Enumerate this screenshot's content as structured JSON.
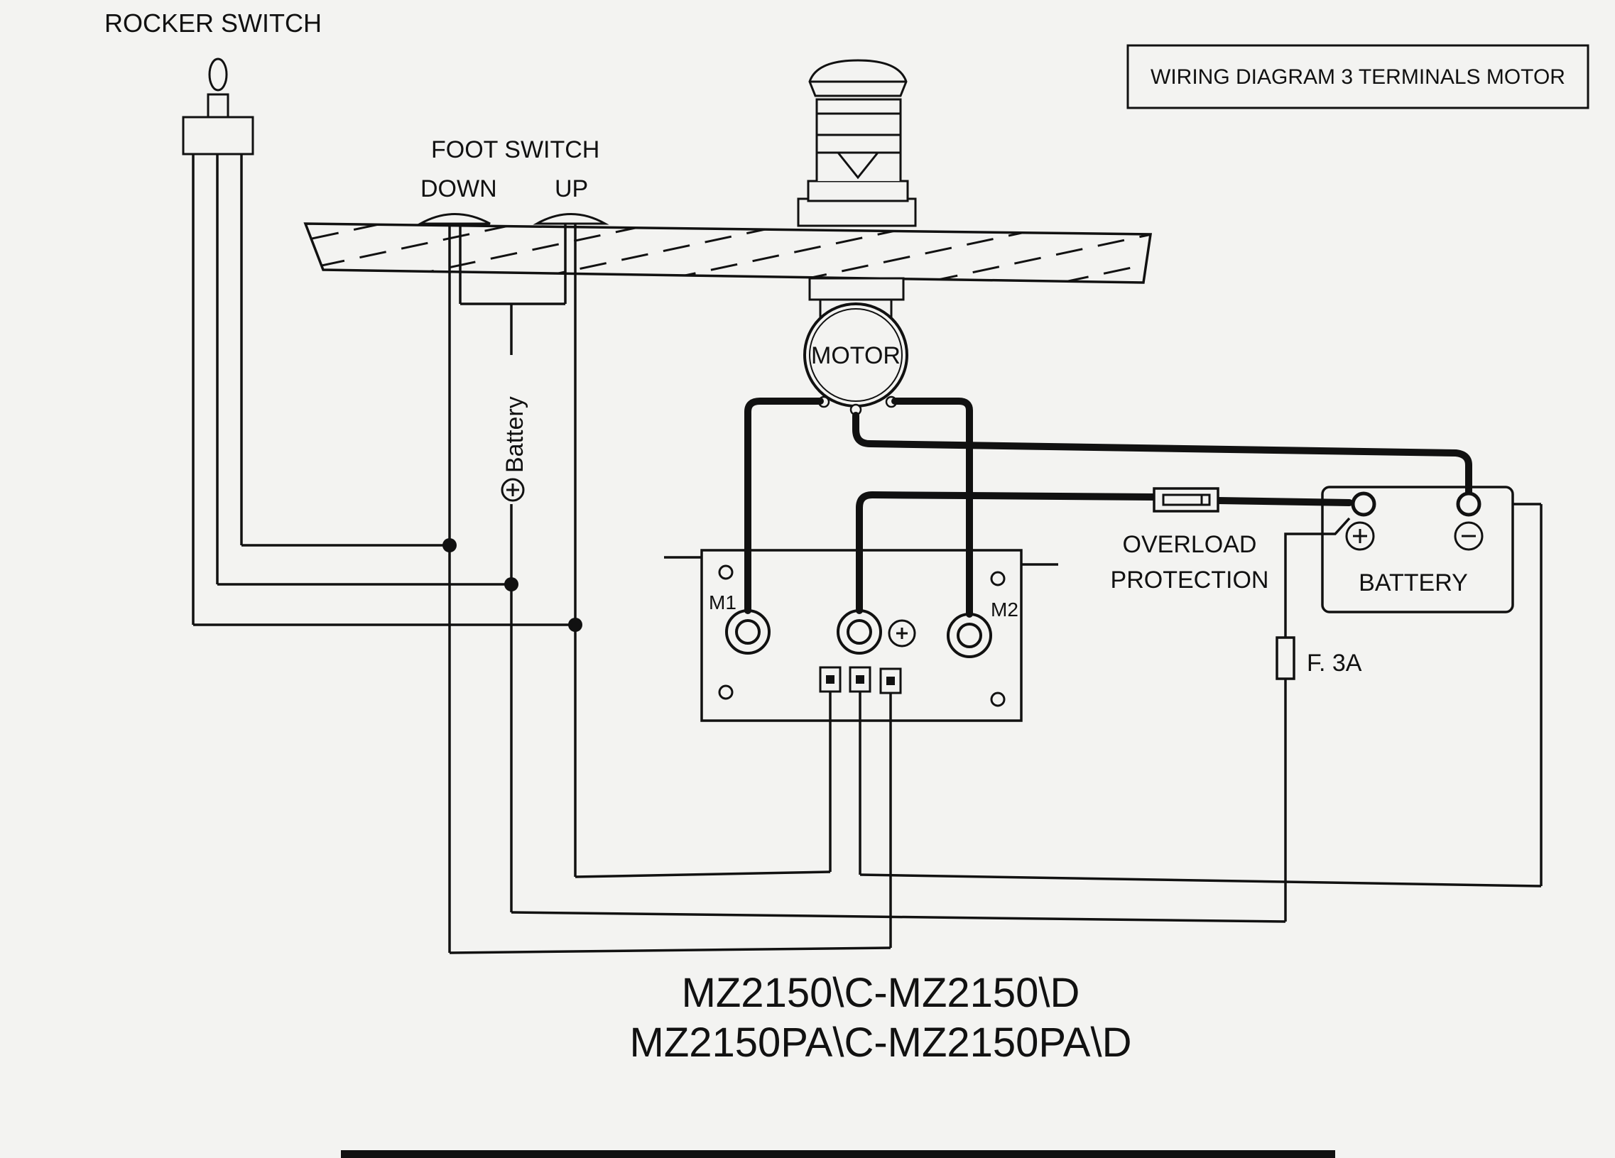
{
  "header": {
    "title_box": "WIRING DIAGRAM 3 TERMINALS MOTOR"
  },
  "labels": {
    "rocker_switch": "ROCKER SWITCH",
    "foot_switch": "FOOT SWITCH",
    "down": "DOWN",
    "up": "UP",
    "motor": "MOTOR",
    "battery_lead": "Battery",
    "m1": "M1",
    "m2": "M2",
    "overload": "OVERLOAD",
    "protection": "PROTECTION",
    "battery": "BATTERY",
    "fuse": "F. 3A"
  },
  "models": {
    "line1": "MZ2150\\C-MZ2150\\D",
    "line2": "MZ2150PA\\C-MZ2150PA\\D"
  }
}
